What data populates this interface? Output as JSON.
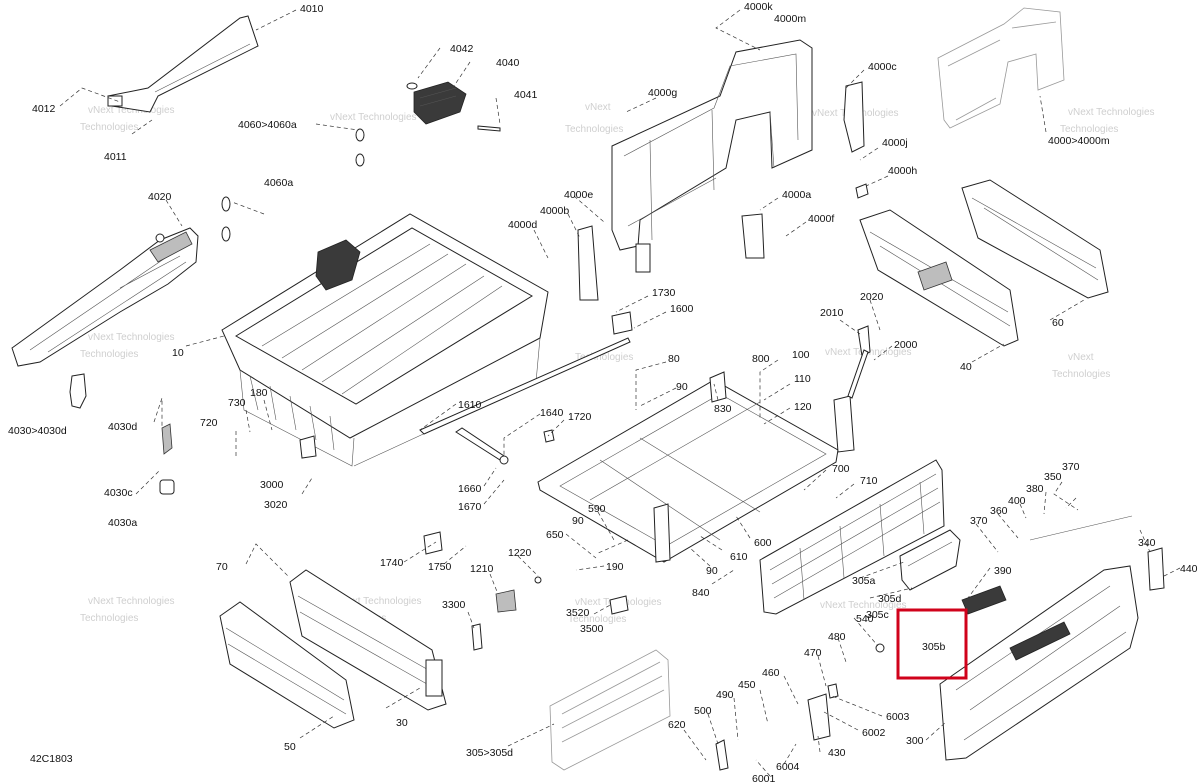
{
  "diagram_id": "42C1803",
  "highlight_label": "305b",
  "watermark": {
    "line1": "vNext Technologies",
    "line2": "Technologies",
    "short": "vNext"
  },
  "labels": {
    "l4010": "4010",
    "l4012": "4012",
    "l4011": "4011",
    "l4042": "4042",
    "l4040": "4040",
    "l4041": "4041",
    "l4060a": "4060>4060a",
    "l4060a2": "4060a",
    "l4020": "4020",
    "l10": "10",
    "l4030d": "4030>4030d",
    "l4030d2": "4030d",
    "l4030c": "4030c",
    "l4030a": "4030a",
    "l730": "730",
    "l180": "180",
    "l720": "720",
    "l3000": "3000",
    "l3020": "3020",
    "l4000k": "4000k",
    "l4000m": "4000m",
    "l4000g": "4000g",
    "l4000e": "4000e",
    "l4000b": "4000b",
    "l4000d": "4000d",
    "l4000c": "4000c",
    "l4000j": "4000j",
    "l4000h": "4000h",
    "l4000a": "4000a",
    "l4000f": "4000f",
    "l4000m2": "4000>4000m",
    "l1730": "1730",
    "l1600": "1600",
    "l2020": "2020",
    "l2010": "2010",
    "l2000": "2000",
    "l60": "60",
    "l40": "40",
    "l80": "80",
    "l90a": "90",
    "l800": "800",
    "l100": "100",
    "l110": "110",
    "l120": "120",
    "l830": "830",
    "l1610": "1610",
    "l1640": "1640",
    "l1720": "1720",
    "l1660": "1660",
    "l1670": "1670",
    "l700": "700",
    "l710": "710",
    "l350": "350",
    "l370a": "370",
    "l380": "380",
    "l400": "400",
    "l360": "360",
    "l370b": "370",
    "l340": "340",
    "l440": "440",
    "l390": "390",
    "l305a": "305a",
    "l305d": "305d",
    "l305c": "305c",
    "l305b": "305b",
    "l540": "540",
    "l480": "480",
    "l470": "470",
    "l460": "460",
    "l450": "450",
    "l490": "490",
    "l500": "500",
    "l620": "620",
    "l6003": "6003",
    "l6002": "6002",
    "l430": "430",
    "l6004": "6004",
    "l6001": "6001",
    "l300": "300",
    "l70": "70",
    "l1740": "1740",
    "l1750": "1750",
    "l1220": "1220",
    "l650": "650",
    "l590": "590",
    "l90b": "90",
    "l190": "190",
    "l600": "600",
    "l610": "610",
    "l90c": "90",
    "l840": "840",
    "l1210": "1210",
    "l3300": "3300",
    "l3520": "3520",
    "l3500": "3500",
    "l30": "30",
    "l50": "50",
    "l305_305d": "305>305d"
  }
}
